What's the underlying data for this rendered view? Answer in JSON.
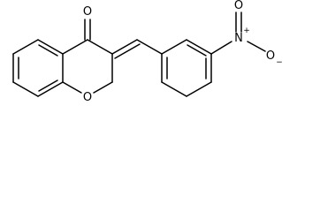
{
  "molecule": {
    "atoms": {
      "carbonyl_o": "O",
      "ring_o": "O",
      "nitro_n": "N",
      "nitro_n_charge": "+",
      "nitro_o_top": "O",
      "nitro_o_right": "O",
      "nitro_o_right_charge": "−"
    }
  },
  "colors": {
    "bond": "#000000",
    "background": "#ffffff"
  }
}
